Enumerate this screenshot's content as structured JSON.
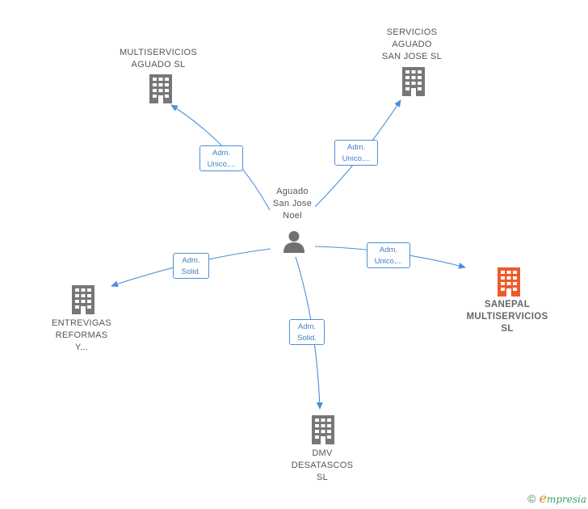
{
  "colors": {
    "edge": "#4a8fd9",
    "building": "#777777",
    "building_highlight": "#ee5a2a",
    "person": "#707070"
  },
  "center": {
    "name_lines": [
      "Aguado",
      "San Jose",
      "Noel"
    ],
    "icon": "person-icon"
  },
  "nodes": [
    {
      "id": "multiservicios-aguado",
      "lines": [
        "MULTISERVICIOS",
        "AGUADO  SL"
      ],
      "icon": "building-icon",
      "highlight": false
    },
    {
      "id": "servicios-aguado",
      "lines": [
        "SERVICIOS",
        "AGUADO",
        "SAN JOSE  SL"
      ],
      "icon": "building-icon",
      "highlight": false
    },
    {
      "id": "sanepal",
      "lines": [
        "SANEPAL",
        "MULTISERVICIOS",
        "SL"
      ],
      "icon": "building-icon",
      "highlight": true
    },
    {
      "id": "entrevigas",
      "lines": [
        "ENTREVIGAS",
        "REFORMAS",
        "Y..."
      ],
      "icon": "building-icon",
      "highlight": false
    },
    {
      "id": "dmv",
      "lines": [
        "DMV",
        "DESATASCOS",
        "SL"
      ],
      "icon": "building-icon",
      "highlight": false
    }
  ],
  "edges": [
    {
      "to": "multiservicios-aguado",
      "lines": [
        "Adm.",
        "Unico,..."
      ]
    },
    {
      "to": "servicios-aguado",
      "lines": [
        "Adm.",
        "Unico,..."
      ]
    },
    {
      "to": "sanepal",
      "lines": [
        "Adm.",
        "Unico,..."
      ]
    },
    {
      "to": "entrevigas",
      "lines": [
        "Adm.",
        "Solid."
      ]
    },
    {
      "to": "dmv",
      "lines": [
        "Adm.",
        "Solid."
      ]
    }
  ],
  "footer": {
    "copyright": "©",
    "brand_initial": "e",
    "brand_rest": "mpresia"
  }
}
